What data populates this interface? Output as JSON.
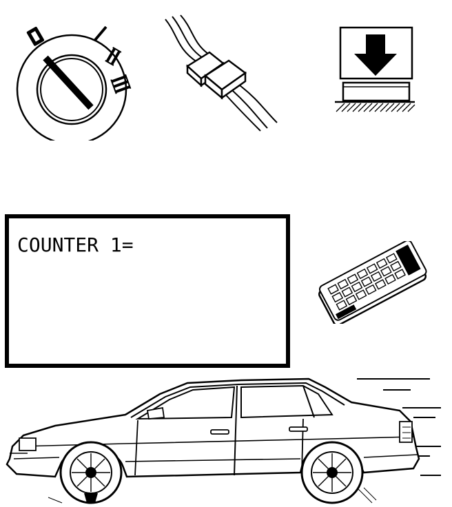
{
  "display": {
    "text": "COUNTER 1="
  },
  "ignition": {
    "marks": [
      "I",
      "II",
      "III"
    ]
  },
  "icons": {
    "ignition": "ignition-key-switch-icon",
    "connector": "wire-connector-icon",
    "pedal": "brake-pedal-press-icon",
    "tester": "handheld-diagnostic-tester-icon",
    "car": "sedan-car-driving-icon"
  },
  "colors": {
    "ink": "#000000",
    "paper": "#ffffff"
  }
}
